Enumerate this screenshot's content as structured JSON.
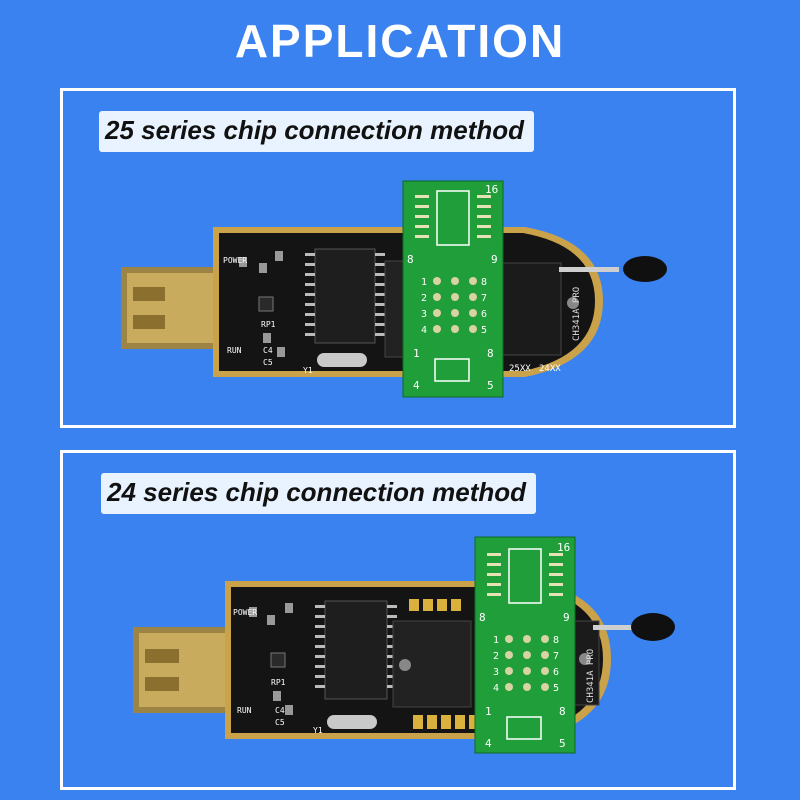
{
  "page": {
    "title": "APPLICATION",
    "background": "#3b82f1"
  },
  "panels": [
    {
      "heading": "25 series chip connection method",
      "board": {
        "silkscreen": [
          "POWER",
          "RP1",
          "RUN",
          "C4",
          "C5",
          "Y1"
        ],
        "adapter_pins": [
          "1",
          "2",
          "3",
          "4",
          "5",
          "6",
          "7",
          "8"
        ],
        "adapter_marks": {
          "top": "16",
          "left": "8",
          "right": "9",
          "bottom_left": "1",
          "bottom_right": "8",
          "corner4": "4",
          "corner5": "5"
        },
        "socket_label": [
          "25XX",
          "24XX"
        ],
        "side_text": "CH341A PRO"
      }
    },
    {
      "heading": "24 series chip connection method",
      "board": {
        "silkscreen": [
          "POWER",
          "RP1",
          "RUN",
          "C4",
          "C5",
          "Y1"
        ],
        "adapter_pins": [
          "1",
          "2",
          "3",
          "4",
          "5",
          "6",
          "7",
          "8"
        ],
        "adapter_marks": {
          "top": "16",
          "left": "8",
          "right": "9",
          "bottom_left": "1",
          "bottom_right": "8",
          "corner4": "4",
          "corner5": "5"
        },
        "side_text": "CH341A PRO"
      }
    }
  ],
  "colors": {
    "pcb": "#141414",
    "gold_trim": "#c9a24a",
    "usb_gold": "#c8ab5c",
    "adapter_green": "#1f9e3a",
    "white": "#ffffff"
  }
}
